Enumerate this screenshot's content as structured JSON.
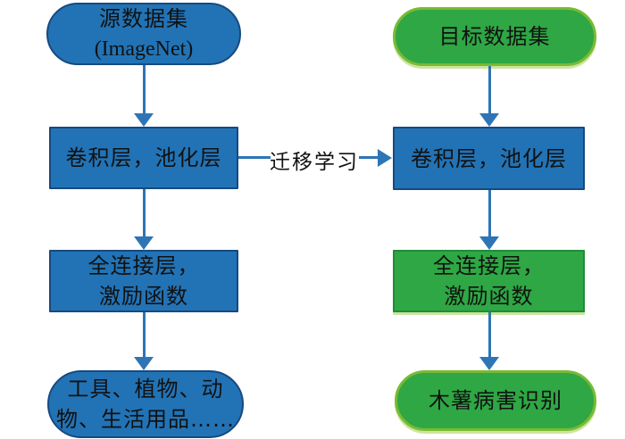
{
  "flowchart": {
    "transfer_label": "迁移学习",
    "left": {
      "source": {
        "line1": "源数据集",
        "line2": "(ImageNet)"
      },
      "conv": "卷积层，池化层",
      "fc": {
        "line1": "全连接层，",
        "line2": "激励函数"
      },
      "result": {
        "line1": "工具、植物、动",
        "line2": "物、生活用品……"
      }
    },
    "right": {
      "source": "目标数据集",
      "conv": "卷积层，池化层",
      "fc": {
        "line1": "全连接层，",
        "line2": "激励函数"
      },
      "result": "木薯病害识别"
    },
    "colors": {
      "blue_fill": "#2273B5",
      "blue_border": "#17497F",
      "green_fill": "#2EA744",
      "green_border": "#7ABA33",
      "green_rect_border": "#1F8C3A",
      "green_glow": "#CDE4A0",
      "arrow": "#2E75B6",
      "text": "#111111",
      "background": "#FFFFFF"
    }
  }
}
